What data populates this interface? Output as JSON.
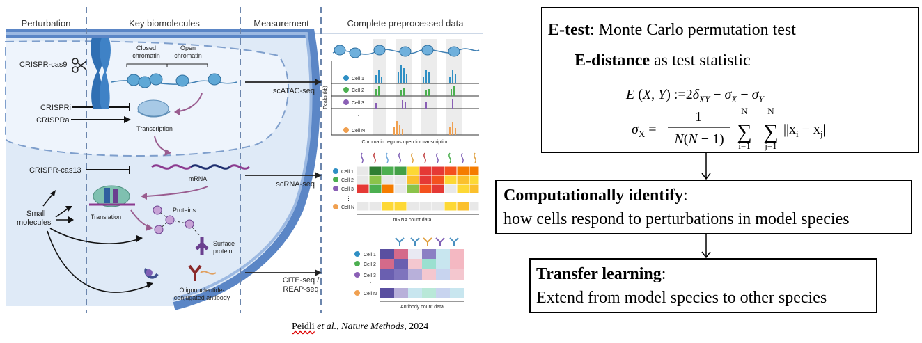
{
  "figure": {
    "headers": {
      "perturbation": "Perturbation",
      "key_biomolecules": "Key biomolecules",
      "measurement": "Measurement",
      "complete_data": "Complete preprocessed data"
    },
    "perturbations": {
      "crispr_cas9": "CRISPR-cas9",
      "crispri": "CRISPRi",
      "crispra": "CRISPRa",
      "crispr_cas13": "CRISPR-cas13",
      "small_molecules_line1": "Small",
      "small_molecules_line2": "molecules"
    },
    "biomolecules": {
      "closed_line1": "Closed",
      "closed_line2": "chromatin",
      "open_line1": "Open",
      "open_line2": "chromatin",
      "transcription": "Transcription",
      "mrna": "mRNA",
      "translation": "Translation",
      "proteins": "Proteins",
      "surface_line1": "Surface",
      "surface_line2": "protein",
      "oligo_line1": "Oligonucleotide-",
      "oligo_line2": "conjugated antibody"
    },
    "measurements": {
      "scatac": "scATAC-seq",
      "scrna": "scRNA-seq",
      "cite_line1": "CITE-seq /",
      "cite_line2": "REAP-seq"
    },
    "atac_panel": {
      "ylabel": "Peaks (kb)",
      "cells": [
        "Cell 1",
        "Cell 2",
        "Cell 3",
        "Cell N"
      ],
      "ellipsis": "⋮",
      "caption": "Chromatin regions open for transcription"
    },
    "rna_panel": {
      "cells": [
        "Cell 1",
        "Cell 2",
        "Cell 3",
        "Cell N"
      ],
      "ellipsis": "⋮",
      "caption": "mRNA count data"
    },
    "ab_panel": {
      "cells": [
        "Cell 1",
        "Cell 2",
        "Cell 3",
        "Cell N"
      ],
      "ellipsis": "⋮",
      "caption": "Antibody count data"
    }
  },
  "colors": {
    "membrane": "#4a78c0",
    "cell_fill": "#dce9f8",
    "nucleus_fill": "#e8f0fa",
    "cell1": "#2f8fc4",
    "cell2": "#4caf50",
    "cell3": "#8a5fb5",
    "celln": "#f0a050"
  },
  "etest": {
    "title_bold": "E-test",
    "title_rest": ": Monte Carlo permutation test",
    "stat_bold": "E-distance",
    "stat_rest": " as test statistic"
  },
  "identify": {
    "title_bold": "Computationally identify",
    "title_rest": ":",
    "desc": "how cells respond to perturbations in model species"
  },
  "transfer": {
    "title_bold": "Transfer learning",
    "title_rest": ":",
    "desc": "Extend from model species to other species"
  },
  "citation": {
    "author": "Peidli",
    "etal": " et al.",
    "sep": ", ",
    "journal": "Nature Methods",
    "year": ", 2024"
  }
}
